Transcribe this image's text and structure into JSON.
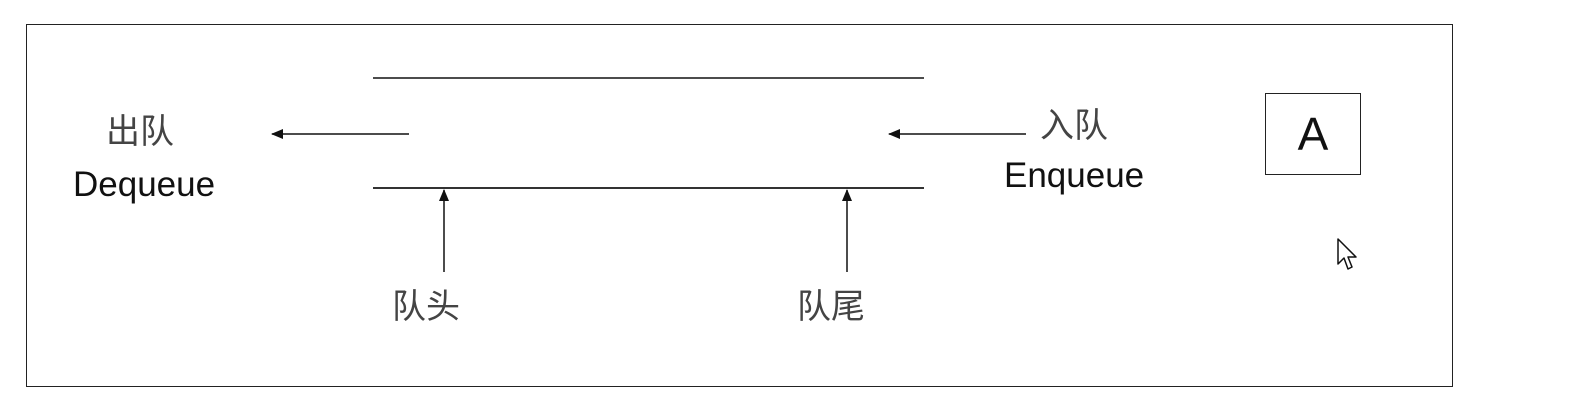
{
  "diagram": {
    "dequeue_label_cn": "出队",
    "dequeue_label_en": "Dequeue",
    "enqueue_label_cn": "入队",
    "enqueue_label_en": "Enqueue",
    "head_label": "队头",
    "tail_label": "队尾",
    "box_label": "A"
  },
  "colors": {
    "line": "#111111",
    "text": "#111111",
    "cjk_text": "#444444"
  },
  "icons": {
    "cursor": "mouse-pointer-icon"
  }
}
